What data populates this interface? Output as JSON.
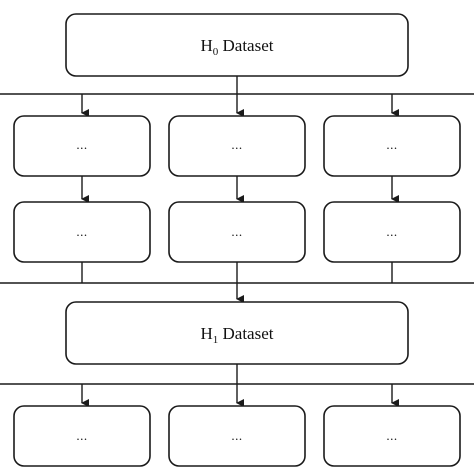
{
  "h0_box": {
    "main": "H",
    "subscript": "0",
    "rest": " Dataset"
  },
  "h1_box": {
    "main": "H",
    "subscript": "1",
    "rest": " Dataset"
  },
  "step_rows": [
    [
      "...",
      "...",
      "..."
    ],
    [
      "...",
      "...",
      "..."
    ],
    [
      "...",
      "...",
      "..."
    ]
  ]
}
